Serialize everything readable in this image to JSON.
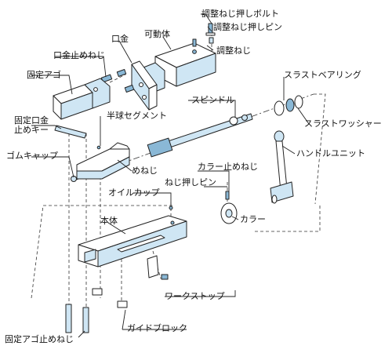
{
  "labels": {
    "adjust_push_bolt": "調整ねじ押しボルト",
    "adjust_push_pin": "調整ねじ押しピン",
    "adjust_screw": "調整ねじ",
    "movable_body": "可動体",
    "mouthpiece": "口金",
    "mouthpiece_set_screw": "口金止めねじ",
    "fixed_jaw": "固定アゴ",
    "mouthpiece_key_line1": "固定口金",
    "mouthpiece_key_line2": "止めキー",
    "half_ball_segment": "半球セグメント",
    "spindle": "スピンドル",
    "thrust_bearing": "スラストベアリング",
    "thrust_washer": "スラストワッシャー",
    "handle_unit": "ハンドルユニット",
    "rubber_cap": "ゴムキャップ",
    "female_screw": "めねじ",
    "collar_set_screw": "カラー止めねじ",
    "screw_push_pin": "ねじ押しピン",
    "oil_cup": "オイルカップ",
    "collar": "カラー",
    "main_body": "本体",
    "work_stop": "ワークストップ",
    "guide_block": "ガイドブロック",
    "fixed_jaw_set_screw": "固定アゴ止めねじ"
  }
}
